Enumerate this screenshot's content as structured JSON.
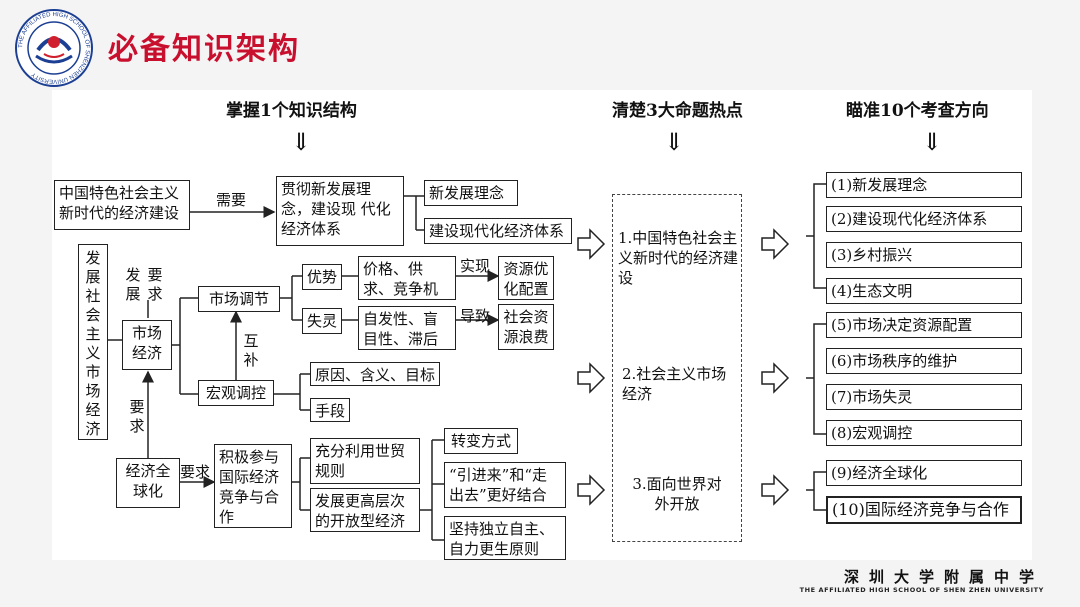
{
  "slide": {
    "title": "必备知识架构",
    "logo_text": "THE AFFILIATED HIGH SCHOOL OF SHENZHEN UNIVERSITY",
    "footer_cn": "深圳大学附属中学",
    "footer_en": "THE AFFILIATED HIGH SCHOOL OF SHEN ZHEN UNIVERSITY"
  },
  "headers": {
    "col1": "掌握1个知识结构",
    "col2": "清楚3大命题热点",
    "col3": "瞄准10个考查方向",
    "down_arrow": "⇓"
  },
  "boxes": {
    "root": "中国特色社会主义新时代的经济建设",
    "implement": "贯彻新发展理念，建设现 代化经济体系",
    "new_idea": "新发展理念",
    "modern_system": "建设现代化经济体系",
    "vertical_main": "发展社会主义市场经济",
    "market_economy": "市场经济",
    "market_regulation": "市场调节",
    "advantage": "优势",
    "adv_detail": "价格、供求、竞争机制",
    "resource_opt": "资源优化配置",
    "failure": "失灵",
    "fail_detail": "自发性、盲目性、滞后性",
    "waste": "社会资源浪费",
    "macro": "宏观调控",
    "macro_reason": "原因、含义、目标",
    "macro_means": "手段",
    "globalization": "经济全球化",
    "participate": "积极参与国际经济竞争与合作",
    "full_use": "充分利用世贸规则",
    "open_type": "发展更高层次的开放型经济",
    "transform": "转变方式",
    "bring_in": "“引进来”和“走出去”更好结合",
    "independent": "坚持独立自主、自力更生原则"
  },
  "labels": {
    "need": "需要",
    "develop": "发展",
    "require1": "要求",
    "realize": "实现",
    "lead_to": "导致",
    "complement": "互补",
    "require2": "要求",
    "require3": "要求"
  },
  "hotspots": [
    "1.中国特色社会主义新时代的经济建设",
    "2.社会主义市场经济",
    "3.面向世界对外开放"
  ],
  "directions": [
    "(1)新发展理念",
    "(2)建设现代化经济体系",
    "(3)乡村振兴",
    "(4)生态文明",
    "(5)市场决定资源配置",
    "(6)市场秩序的维护",
    "(7)市场失灵",
    "(8)宏观调控",
    "(9)经济全球化",
    "(10)国际经济竞争与合作"
  ]
}
